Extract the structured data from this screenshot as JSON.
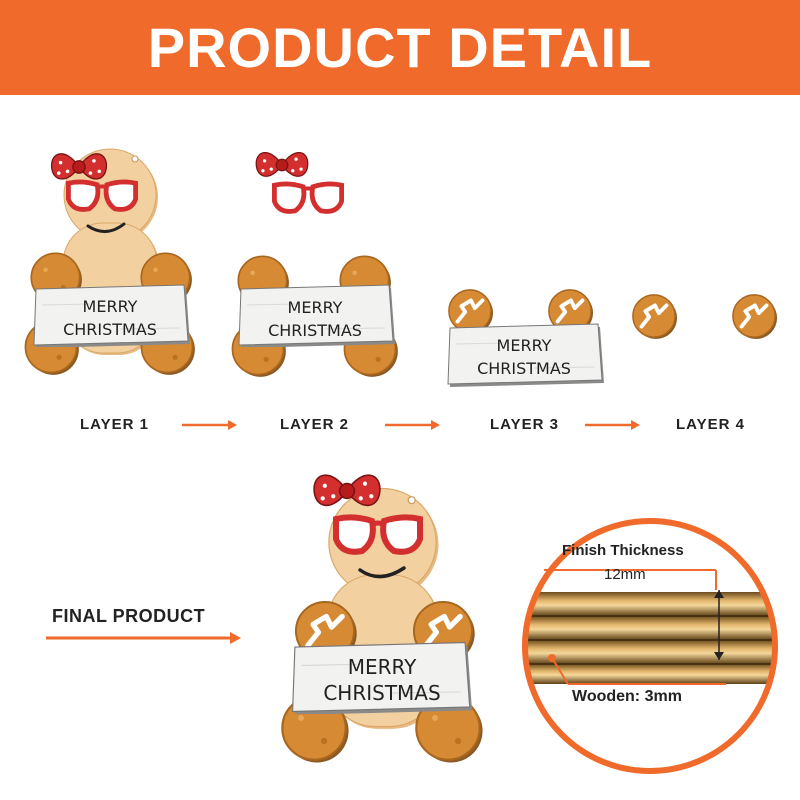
{
  "header": {
    "title": "PRODUCT DETAIL"
  },
  "sign_text": {
    "line1": "MERRY",
    "line2": "CHRISTMAS"
  },
  "layers": [
    {
      "label": "LAYER 1"
    },
    {
      "label": "LAYER 2"
    },
    {
      "label": "LAYER 3"
    },
    {
      "label": "LAYER 4"
    }
  ],
  "final_label": "FINAL PRODUCT",
  "thickness": {
    "finish_label": "Finish Thickness",
    "finish_value": "12mm",
    "wooden_label": "Wooden: 3mm"
  },
  "colors": {
    "accent": "#ef6a2b",
    "wood": "#f3d0a0",
    "cookie": "#d68a33",
    "bow_red": "#d32f2f",
    "sign_white": "#f2f2f0"
  }
}
